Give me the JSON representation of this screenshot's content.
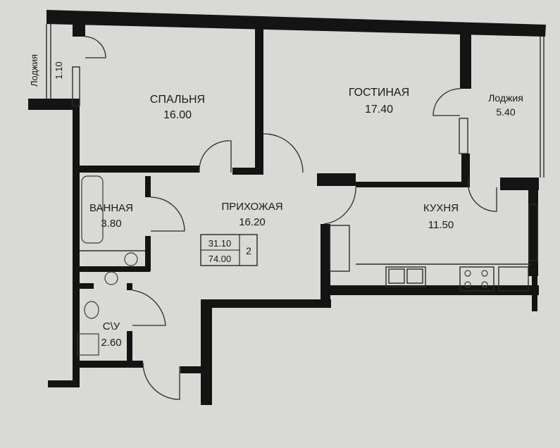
{
  "rooms": {
    "bedroom": {
      "name": "СПАЛЬНЯ",
      "area": "16.00"
    },
    "living": {
      "name": "ГОСТИНАЯ",
      "area": "17.40"
    },
    "loggia_right": {
      "name": "Лоджия",
      "area": "5.40"
    },
    "loggia_left": {
      "name": "Лоджия",
      "area": "1.10"
    },
    "bathroom": {
      "name": "ВАННАЯ",
      "area": "3.80"
    },
    "hall": {
      "name": "ПРИХОЖАЯ",
      "area": "16.20"
    },
    "kitchen": {
      "name": "КУХНЯ",
      "area": "11.50"
    },
    "wc": {
      "name": "С\\У",
      "area": "2.60"
    }
  },
  "summary": {
    "living_area": "31.10",
    "total_area": "74.00",
    "rooms_count": "2"
  },
  "colors": {
    "paper": "#d9d9d6",
    "wall": "#141414",
    "line": "#2a2a2a"
  }
}
